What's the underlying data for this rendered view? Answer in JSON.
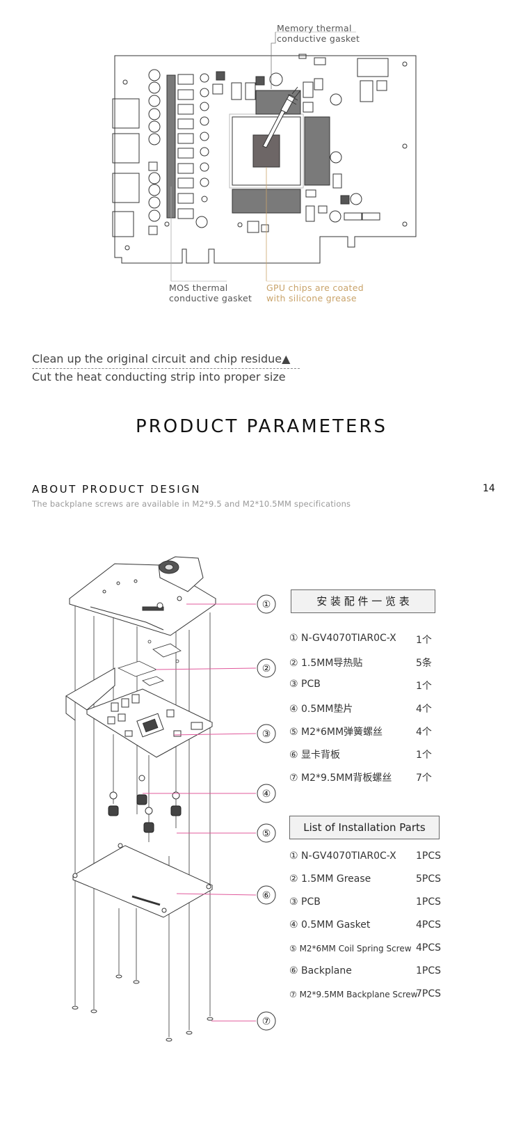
{
  "pcb_diagram": {
    "callouts": {
      "memory": [
        "Memory thermal",
        "conductive gasket"
      ],
      "mos": [
        "MOS thermal",
        "conductive gasket"
      ],
      "gpu": [
        "GPU chips are coated",
        "with silicone grease"
      ]
    }
  },
  "steps": {
    "step1": "Clean up the original circuit and chip residue▲",
    "step2": "Cut the heat conducting strip into proper size"
  },
  "section": {
    "title": "PRODUCT PARAMETERS",
    "subtitle": "ABOUT PRODUCT DESIGN",
    "page_number": "14",
    "note": "The backplane screws are available in M2*9.5 and M2*10.5MM specifications"
  },
  "markers": [
    "①",
    "②",
    "③",
    "④",
    "⑤",
    "⑥",
    "⑦"
  ],
  "parts_cn": {
    "title": "安 装 配 件 一 览 表",
    "items": [
      {
        "name": "① N-GV4070TIAR0C-X",
        "qty": "1个"
      },
      {
        "name": "② 1.5MM导热贴",
        "qty": "5条"
      },
      {
        "name": "③ PCB",
        "qty": "1个"
      },
      {
        "name": "④ 0.5MM垫片",
        "qty": "4个"
      },
      {
        "name": "⑤ M2*6MM弹簧螺丝",
        "qty": "4个"
      },
      {
        "name": "⑥ 显卡背板",
        "qty": "1个"
      },
      {
        "name": "⑦ M2*9.5MM背板螺丝",
        "qty": "7个"
      }
    ]
  },
  "parts_en": {
    "title": "List of Installation Parts",
    "items": [
      {
        "name": "① N-GV4070TIAR0C-X",
        "qty": "1PCS"
      },
      {
        "name": "② 1.5MM Grease",
        "qty": "5PCS"
      },
      {
        "name": "③ PCB",
        "qty": "1PCS"
      },
      {
        "name": "④ 0.5MM Gasket",
        "qty": "4PCS"
      },
      {
        "name": "⑤ M2*6MM Coil Spring Screw",
        "qty": "4PCS"
      },
      {
        "name": "⑥ Backplane",
        "qty": "1PCS"
      },
      {
        "name": "⑦ M2*9.5MM Backplane Screw",
        "qty": "7PCS"
      }
    ]
  },
  "colors": {
    "line": "#333333",
    "pad_fill": "#7a7a7a",
    "gpu_fill": "#6d6666",
    "callout_gold": "#c9a36a",
    "leader_pink": "#e0589b"
  }
}
